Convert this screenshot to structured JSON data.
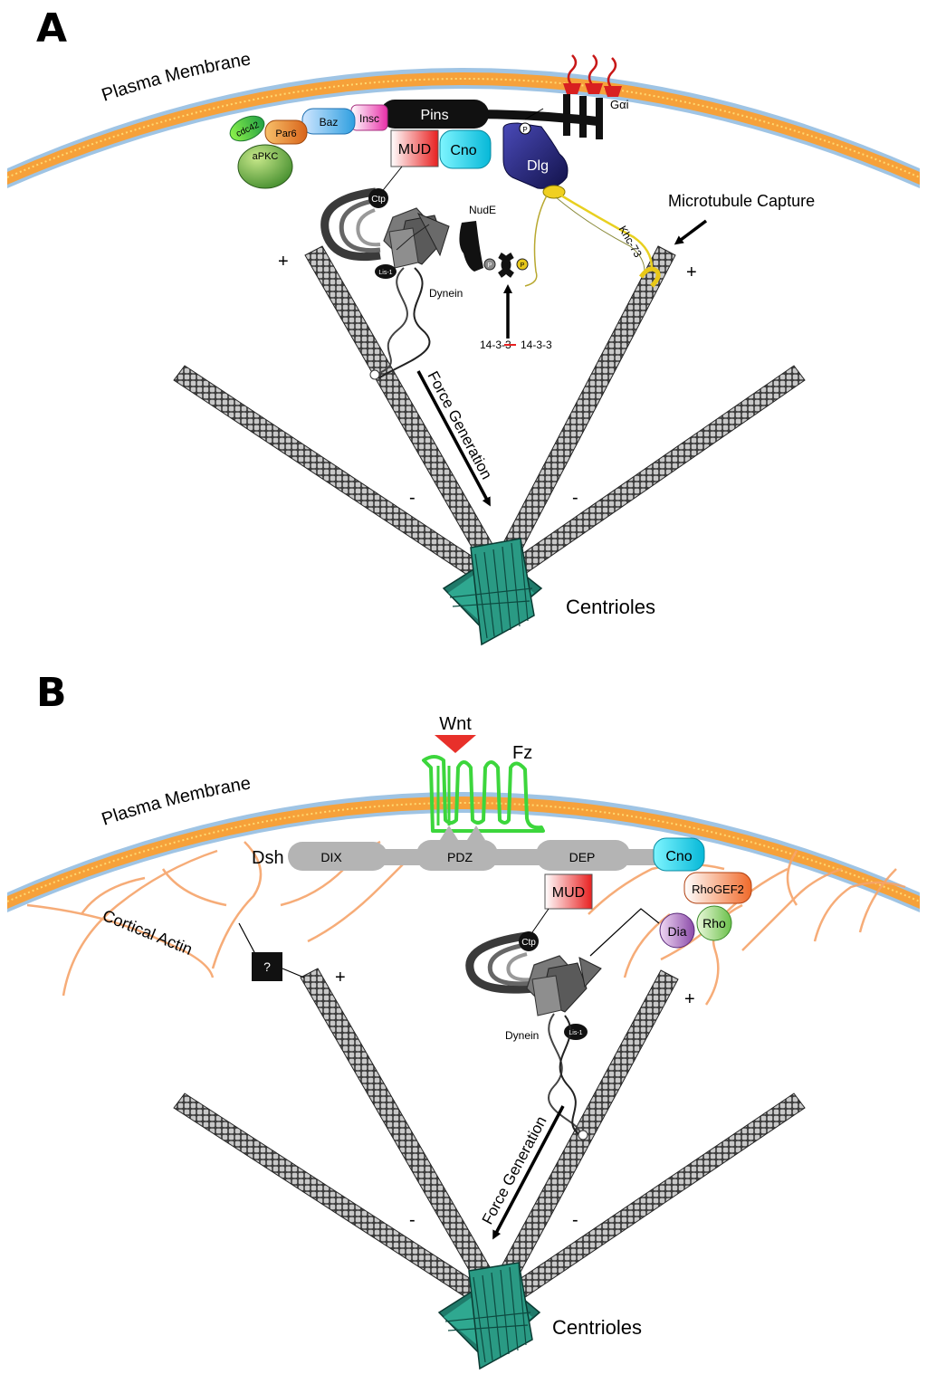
{
  "panel_a": {
    "letter": "A",
    "membrane_label": "Plasma Membrane",
    "proteins": {
      "cdc42": "cdc42",
      "par6": "Par6",
      "apkc": "aPKC",
      "baz": "Baz",
      "insc": "Insc",
      "pins": "Pins",
      "mud": "MUD",
      "cno": "Cno",
      "dlg": "Dlg",
      "galpha": "Gαi",
      "ctp": "Ctp",
      "nude": "NudE",
      "lis1": "Lis-1",
      "dynein": "Dynein",
      "khc73": "Khc-73",
      "p": "P"
    },
    "fourteen33_left": "14-3-3",
    "fourteen33_right": "14-3-3",
    "microtubule_capture": "Microtubule Capture",
    "force_generation": "Force Generation",
    "plus": "+",
    "minus": "-",
    "centrioles": "Centrioles"
  },
  "panel_b": {
    "letter": "B",
    "membrane_label": "Plasma Membrane",
    "wnt": "Wnt",
    "fz": "Fz",
    "dsh": "Dsh",
    "dix": "DIX",
    "pdz": "PDZ",
    "dep": "DEP",
    "cno": "Cno",
    "rhogef2": "RhoGEF2",
    "mud": "MUD",
    "dia": "Dia",
    "rho": "Rho",
    "cortical_actin": "Cortical Actin",
    "unknown": "?",
    "ctp": "Ctp",
    "dynein": "Dynein",
    "lis1": "Lis-1",
    "force_generation": "Force Generation",
    "plus": "+",
    "minus": "-",
    "centrioles": "Centrioles"
  },
  "colors": {
    "membrane_core": "#f6a13a",
    "membrane_head": "#9fc4e4",
    "microtubule": "#5a5a5a",
    "centriole": "#2a8a7a",
    "mud": "#e23a3a",
    "cno": "#22d4e8",
    "dlg": "#1f1f7a",
    "actin": "#f6b27a",
    "wnt": "#e8302a",
    "fz": "#3cd63c",
    "dsh": "#b4b4b4"
  }
}
